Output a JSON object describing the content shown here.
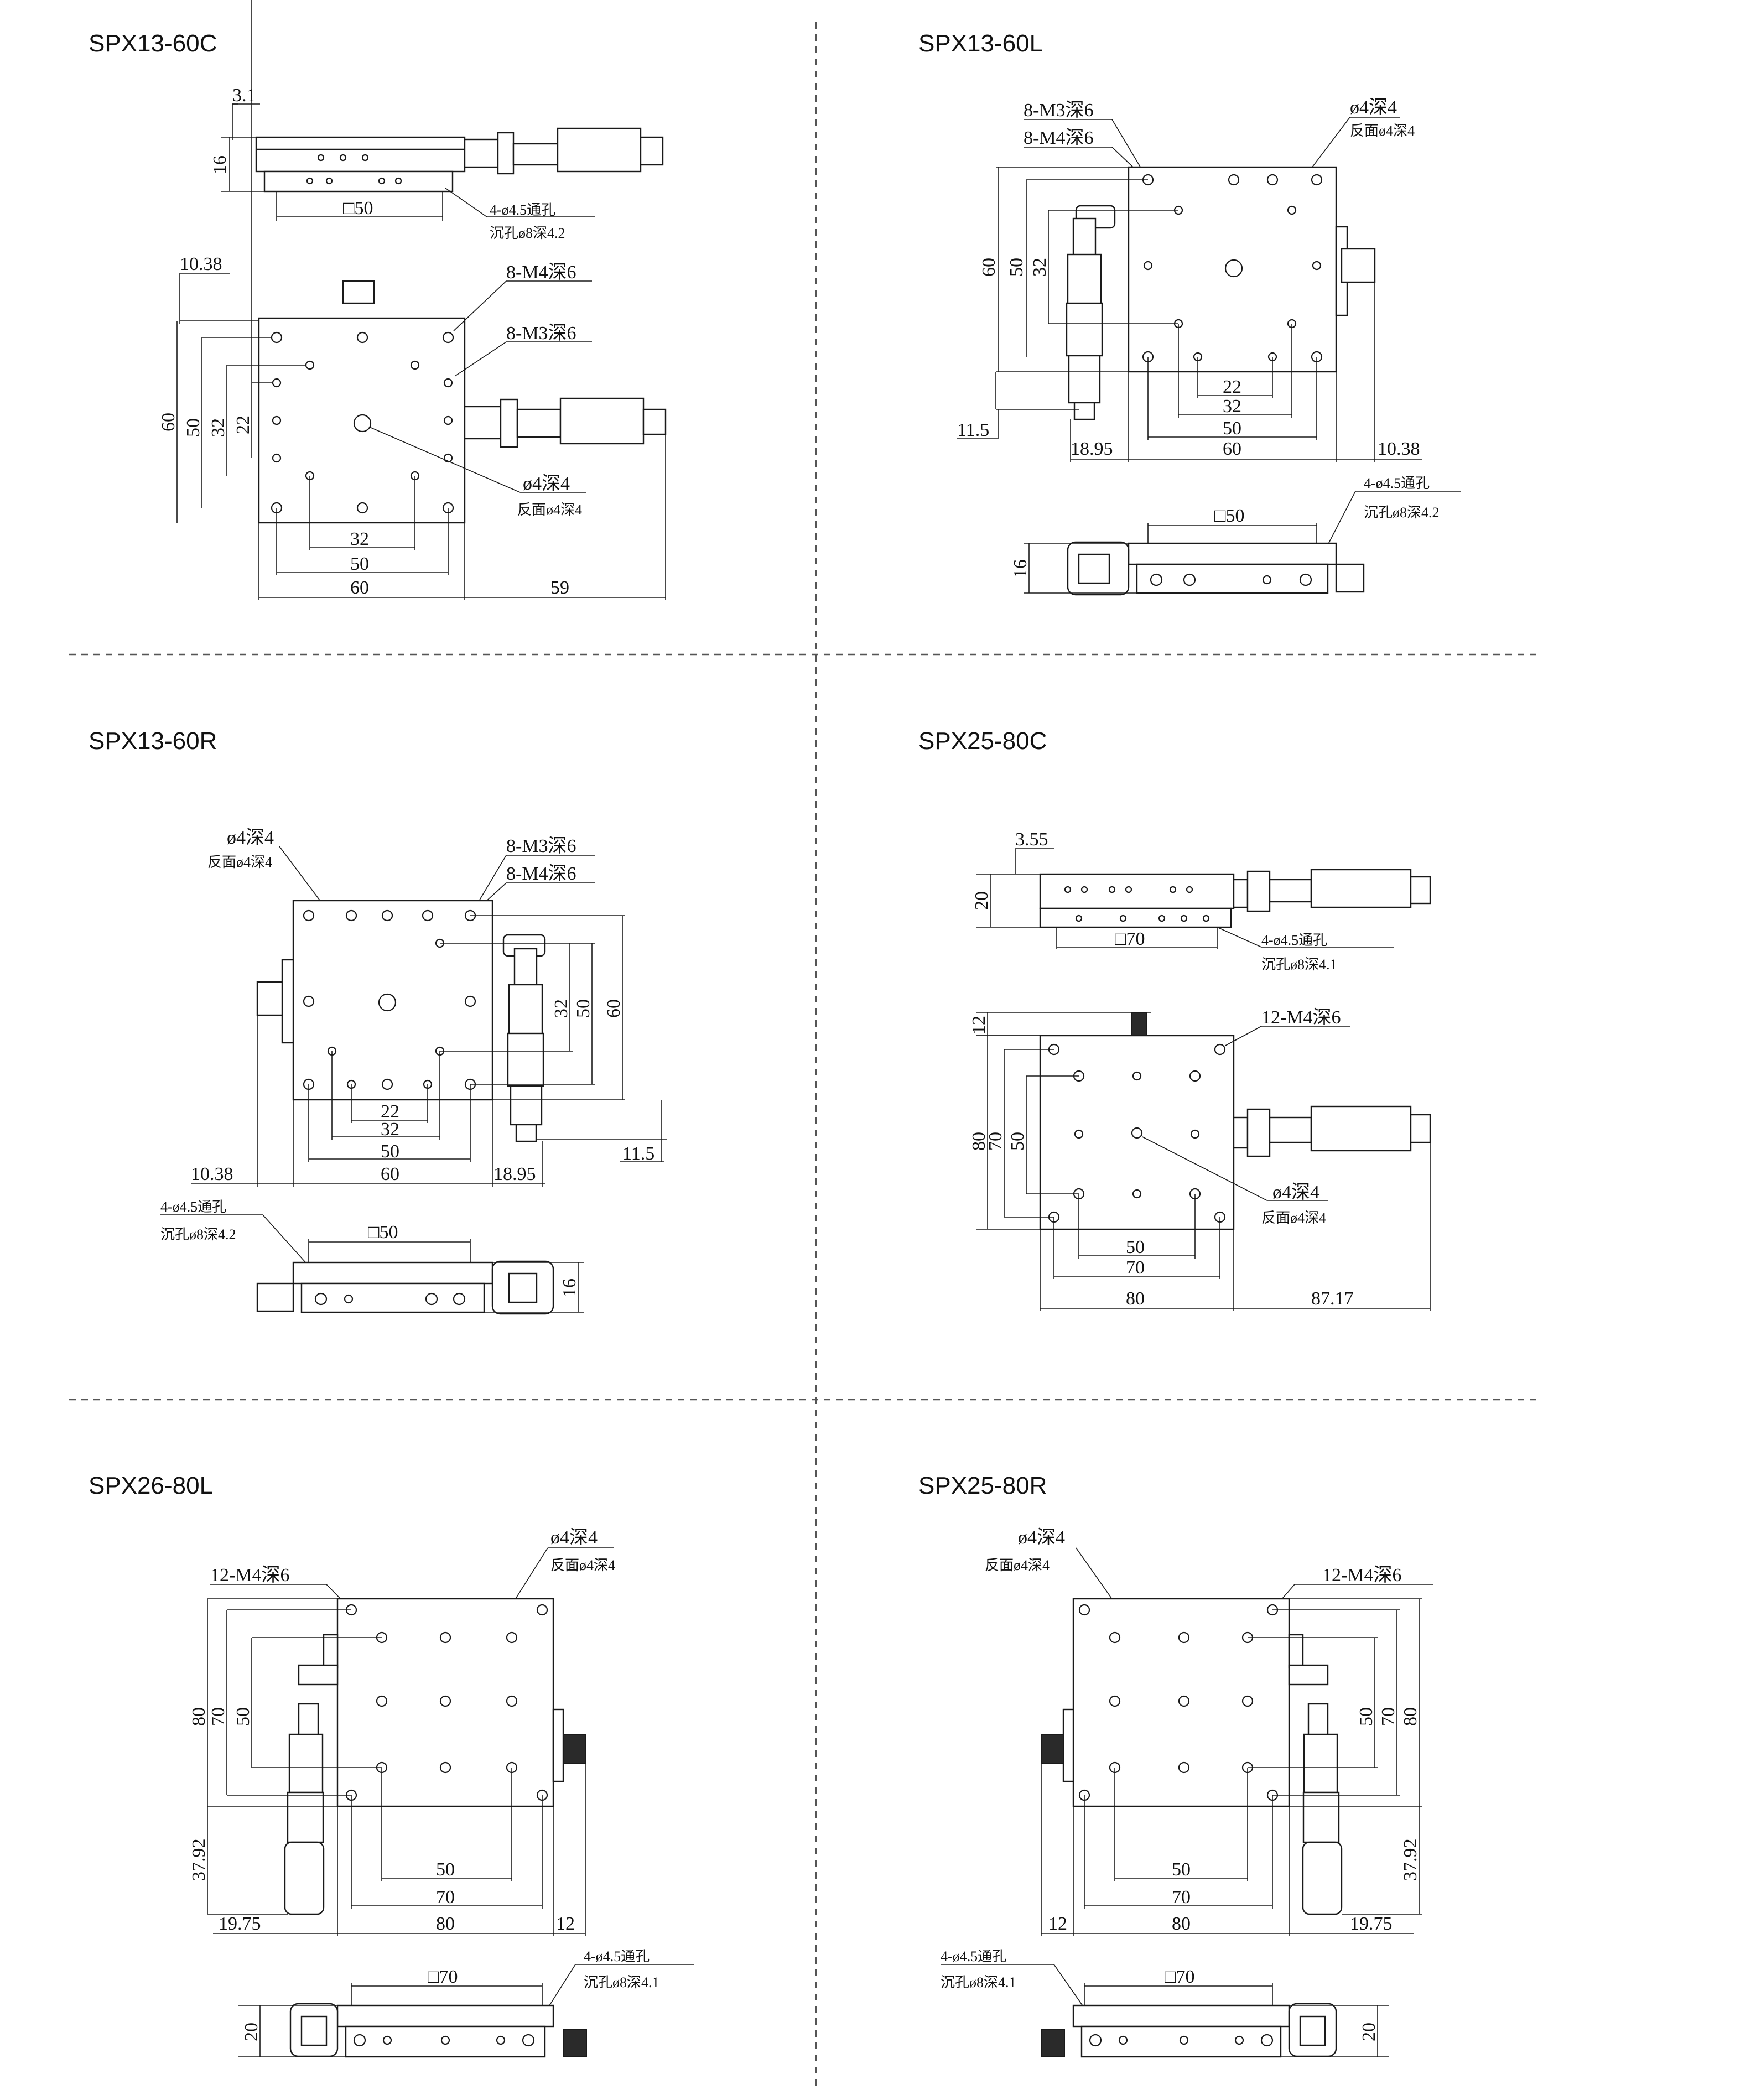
{
  "panels": [
    {
      "id": "spx13-60c",
      "title": "SPX13-60C",
      "labels": {
        "d3_1": "3.1",
        "d16": "16",
        "sq50": "□50",
        "thru1": "4-ø4.5通孔",
        "thru2": "沉孔ø8深4.2",
        "d10_38": "10.38",
        "m4": "8-M4深6",
        "m3": "8-M3深6",
        "d60v": "60",
        "d50v": "50",
        "d32v": "32",
        "d22v": "22",
        "hole1": "ø4深4",
        "hole2": "反面ø4深4",
        "d32h": "32",
        "d50h": "50",
        "d60h": "60",
        "d59": "59"
      }
    },
    {
      "id": "spx13-60l",
      "title": "SPX13-60L",
      "labels": {
        "m3": "8-M3深6",
        "m4": "8-M4深6",
        "hole1": "ø4深4",
        "hole2": "反面ø4深4",
        "d60v": "60",
        "d50v": "50",
        "d32v": "32",
        "d11_5": "11.5",
        "d22": "22",
        "d32": "32",
        "d50": "50",
        "d18_95": "18.95",
        "d60": "60",
        "d10_38": "10.38",
        "thru1": "4-ø4.5通孔",
        "thru2": "沉孔ø8深4.2",
        "sq50": "□50",
        "d16": "16"
      }
    },
    {
      "id": "spx13-60r",
      "title": "SPX13-60R",
      "labels": {
        "hole1": "ø4深4",
        "hole2": "反面ø4深4",
        "m3": "8-M3深6",
        "m4": "8-M4深6",
        "d32v": "32",
        "d50v": "50",
        "d60v": "60",
        "d22": "22",
        "d32": "32",
        "d50": "50",
        "d60": "60",
        "d11_5": "11.5",
        "d10_38": "10.38",
        "d18_95": "18.95",
        "thru1": "4-ø4.5通孔",
        "thru2": "沉孔ø8深4.2",
        "sq50": "□50",
        "d16": "16"
      }
    },
    {
      "id": "spx25-80c",
      "title": "SPX25-80C",
      "labels": {
        "d3_55": "3.55",
        "d20": "20",
        "sq70": "□70",
        "thru1": "4-ø4.5通孔",
        "thru2": "沉孔ø8深4.1",
        "d12": "12",
        "m4": "12-M4深6",
        "d80v": "80",
        "d70v": "70",
        "d50v": "50",
        "hole1": "ø4深4",
        "hole2": "反面ø4深4",
        "d50": "50",
        "d70": "70",
        "d80": "80",
        "d87_17": "87.17"
      }
    },
    {
      "id": "spx26-80l",
      "title": "SPX26-80L",
      "labels": {
        "hole1": "ø4深4",
        "hole2": "反面ø4深4",
        "m4": "12-M4深6",
        "d80v": "80",
        "d70v": "70",
        "d50v": "50",
        "d37_92": "37.92",
        "d50": "50",
        "d70": "70",
        "d19_75": "19.75",
        "d80": "80",
        "d12": "12",
        "thru1": "4-ø4.5通孔",
        "thru2": "沉孔ø8深4.1",
        "sq70": "□70",
        "d20": "20"
      }
    },
    {
      "id": "spx25-80r",
      "title": "SPX25-80R",
      "labels": {
        "hole1": "ø4深4",
        "hole2": "反面ø4深4",
        "m4": "12-M4深6",
        "d50v": "50",
        "d70v": "70",
        "d80v": "80",
        "d37_92": "37.92",
        "d50": "50",
        "d70": "70",
        "d12": "12",
        "d80": "80",
        "d19_75": "19.75",
        "thru1": "4-ø4.5通孔",
        "thru2": "沉孔ø8深4.1",
        "sq70": "□70",
        "d20": "20"
      }
    }
  ]
}
